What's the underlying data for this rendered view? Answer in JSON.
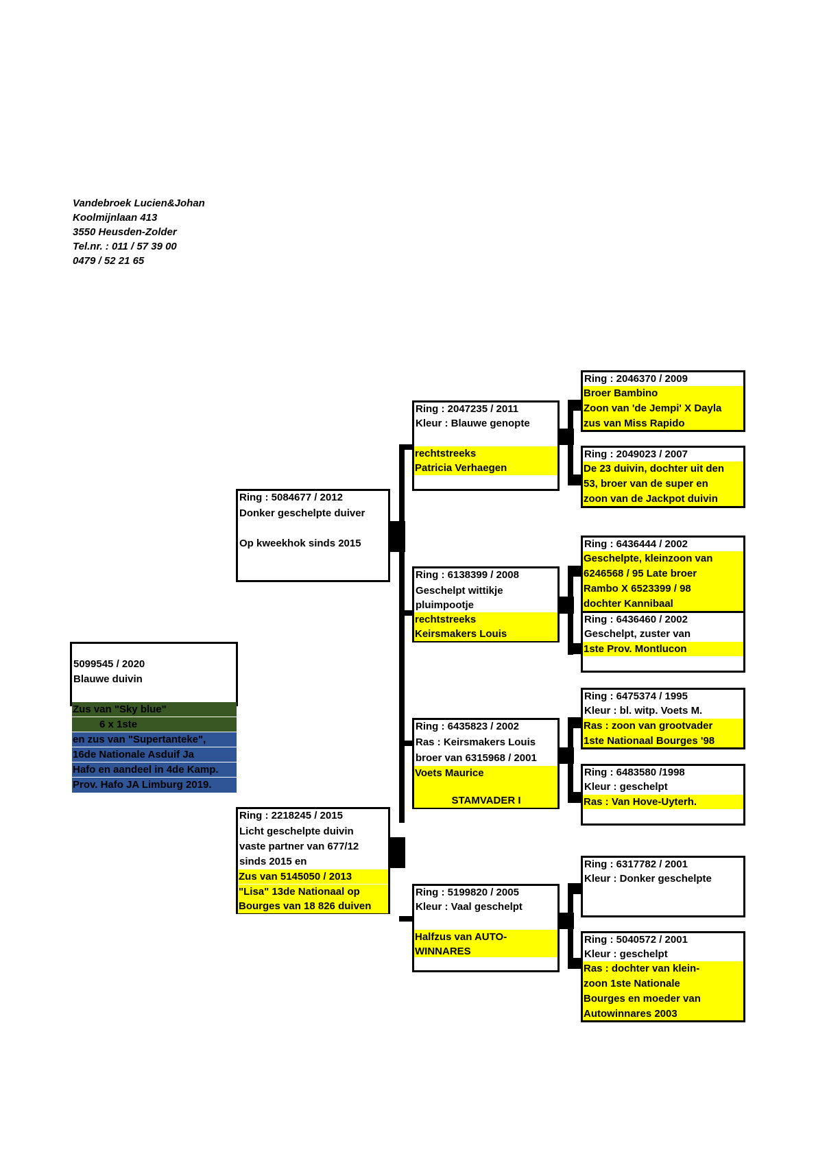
{
  "owner": {
    "name": "Vandebroek Lucien&Johan",
    "street": "Koolmijnlaan 413",
    "city": "3550 Heusden-Zolder",
    "phone": "Tel.nr. : 011 / 57 39 00",
    "mobile": "0479 / 52 21 65"
  },
  "colors": {
    "highlight": "#ffff00",
    "green": "#385723",
    "blue": "#2f5597",
    "line": "#000000"
  },
  "subject": {
    "ring": "5099545 / 2020",
    "color": "Blauwe duivin",
    "green_lines": [
      "Zus van \"Sky blue\"",
      "6 x 1ste"
    ],
    "blue_lines": [
      "en zus van \"Supertanteke\",",
      "16de Nationale Asduif Ja",
      "Hafo en aandeel in 4de Kamp.",
      "Prov. Hafo JA Limburg 2019."
    ]
  },
  "sire": {
    "ring": "Ring : 5084677 / 2012",
    "color": "Donker geschelpte duiver",
    "note": "Op kweekhok sinds 2015"
  },
  "dam": {
    "ring": "Ring : 2218245 / 2015",
    "lines": [
      "Licht geschelpte duivin",
      "vaste partner van 677/12",
      "sinds 2015 en"
    ],
    "yellow": [
      "Zus van 5145050 / 2013",
      "\"Lisa\"  13de Nationaal op",
      "Bourges van 18 826 duiven"
    ]
  },
  "gp1": {
    "ring": "Ring : 2047235 / 2011",
    "color": "Kleur : Blauwe genopte",
    "yellow": [
      "rechtstreeks",
      "Patricia Verhaegen"
    ]
  },
  "gp2": {
    "ring": "Ring : 6138399 / 2008",
    "lines": [
      "Geschelpt wittikje",
      "pluimpootje"
    ],
    "yellow": [
      "rechtstreeks",
      "Keirsmakers Louis"
    ]
  },
  "gp3": {
    "ring": "Ring : 6435823 / 2002",
    "lines": [
      "Ras : Keirsmakers Louis",
      "broer van 6315968 / 2001"
    ],
    "yellow1": "Voets Maurice",
    "yellow2": "STAMVADER I"
  },
  "gp4": {
    "ring": "Ring :  5199820 / 2005",
    "color": "Kleur : Vaal geschelpt",
    "yellow": [
      "Halfzus van AUTO-",
      "WINNARES"
    ]
  },
  "ggp1": {
    "ring": "Ring : 2046370 / 2009",
    "yellow": [
      "Broer Bambino",
      "Zoon van 'de Jempi' X Dayla",
      "zus van Miss Rapido"
    ]
  },
  "ggp2": {
    "ring": "Ring : 2049023 / 2007",
    "yellow": [
      "De 23 duivin, dochter uit den",
      "53, broer van de super en",
      "zoon van de Jackpot duivin"
    ]
  },
  "ggp3": {
    "ring": "Ring : 6436444 / 2002",
    "yellow": [
      "Geschelpte, kleinzoon van",
      "6246568 / 95 Late broer",
      "Rambo X 6523399 / 98",
      "dochter Kannibaal"
    ]
  },
  "ggp4": {
    "ring": "Ring : 6436460 / 2002",
    "lines": [
      "Geschelpt, zuster van"
    ],
    "yellow": [
      "1ste Prov. Montlucon"
    ]
  },
  "ggp5": {
    "ring": "Ring : 6475374 / 1995",
    "lines": [
      "Kleur : bl. witp. Voets M."
    ],
    "yellow": [
      "Ras : zoon van grootvader",
      "1ste Nationaal Bourges '98"
    ]
  },
  "ggp6": {
    "ring": "Ring : 6483580 /1998",
    "lines": [
      "Kleur : geschelpt"
    ],
    "yellow": [
      "Ras : Van Hove-Uyterh."
    ]
  },
  "ggp7": {
    "ring": "Ring : 6317782 / 2001",
    "lines": [
      "Kleur : Donker geschelpte"
    ]
  },
  "ggp8": {
    "ring": "Ring : 5040572 / 2001",
    "lines": [
      "Kleur : geschelpt"
    ],
    "yellow": [
      "Ras : dochter van klein-",
      "zoon 1ste Nationale",
      "Bourges en moeder van",
      "Autowinnares 2003"
    ]
  }
}
